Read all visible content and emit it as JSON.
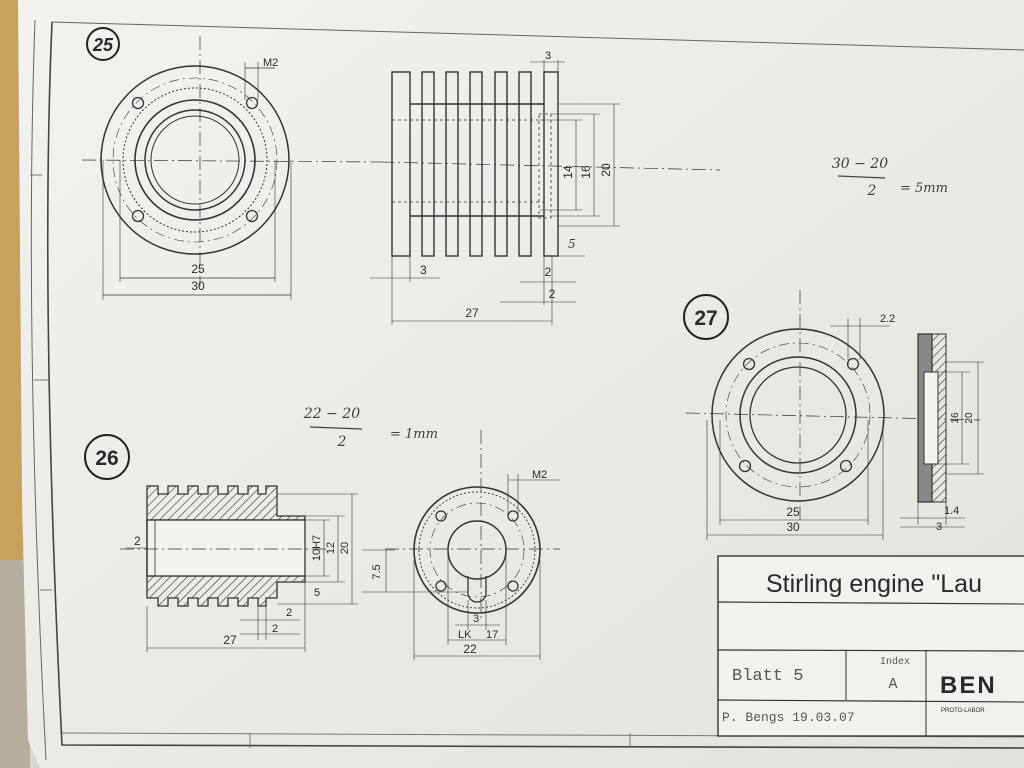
{
  "parts": {
    "p25": {
      "number": "25",
      "dims": {
        "m2": "M2",
        "d25": "25",
        "d30": "30",
        "fin": "3",
        "d14": "14",
        "d16": "16",
        "d20": "20",
        "d5": "5",
        "base": "3",
        "r2a": "2",
        "r2b": "2",
        "len": "27"
      }
    },
    "p26": {
      "number": "26",
      "dims": {
        "gap": "2",
        "bore": "10H7",
        "d12": "12",
        "d20": "20",
        "d5": "5",
        "g2a": "2",
        "g2b": "2",
        "len": "27",
        "m2": "M2",
        "h75": "7.5",
        "slot": "3",
        "lk": "LK",
        "d17": "17",
        "d22": "22"
      }
    },
    "p27": {
      "number": "27",
      "dims": {
        "d22": "2.2",
        "d25": "25",
        "d30": "30",
        "i16": "16",
        "i20": "20",
        "t14": "1.4",
        "t3": "3"
      }
    }
  },
  "notes": {
    "n1_top": "30 − 20",
    "n1_bottom": "2",
    "n1_result": "= 5mm",
    "n2_top": "22 − 20",
    "n2_bottom": "2",
    "n2_result": "= 1mm"
  },
  "titleblock": {
    "title": "Stirling engine \"Lau",
    "sheet": "Blatt 5",
    "index_label": "Index",
    "index_value": "A",
    "author": "P. Bengs 19.03.07",
    "logo": "BEN",
    "logo_sub": "PROTO-LABOR"
  }
}
